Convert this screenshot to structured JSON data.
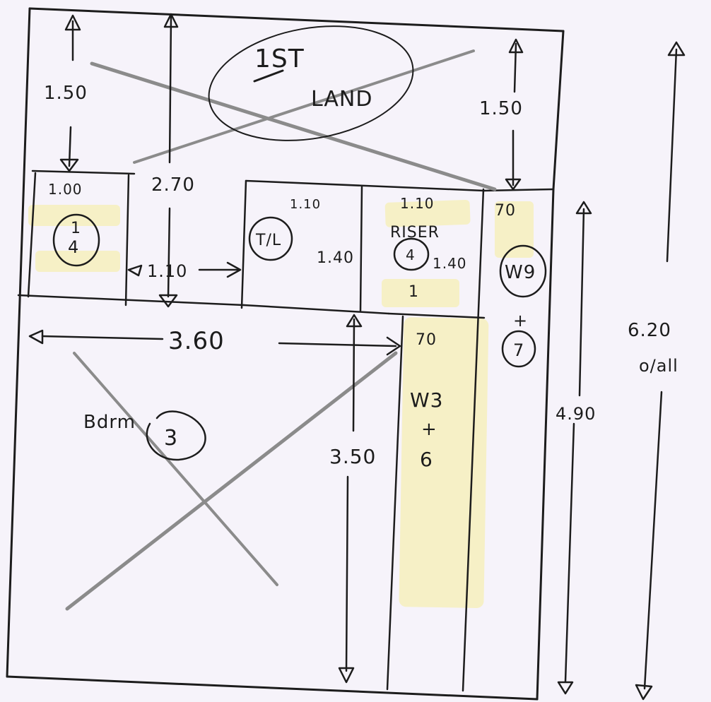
{
  "title": {
    "line1": "1ST",
    "line2": "LAND"
  },
  "dimensions": {
    "top_left_height": "1.50",
    "top_right_height": "1.50",
    "room_a_width": "1.00",
    "room_a_height": "2.70",
    "door_span": "1.10",
    "tl_width": "1.10",
    "tl_height": "1.40",
    "riser_width": "1.10",
    "riser_height": "1.40",
    "w9_width": "70",
    "w3_width": "70",
    "bedroom_width": "3.60",
    "bedroom_depth": "3.50",
    "right_depth": "4.90",
    "overall": "6.20",
    "overall_note": "o/all"
  },
  "rooms": {
    "room_a_code": "1\n4",
    "room_a_code_top": "1",
    "room_a_code_bottom": "4",
    "tl_code": "T/L",
    "riser_label": "RISER",
    "riser_code": "4",
    "riser_tick": "1",
    "w9_code": "W9",
    "w9_plus": "+",
    "w9_code2": "7",
    "w3_code": "W3",
    "w3_plus": "+",
    "w3_code2": "6",
    "bedroom_label": "Bdrm",
    "bedroom_code": "3"
  }
}
